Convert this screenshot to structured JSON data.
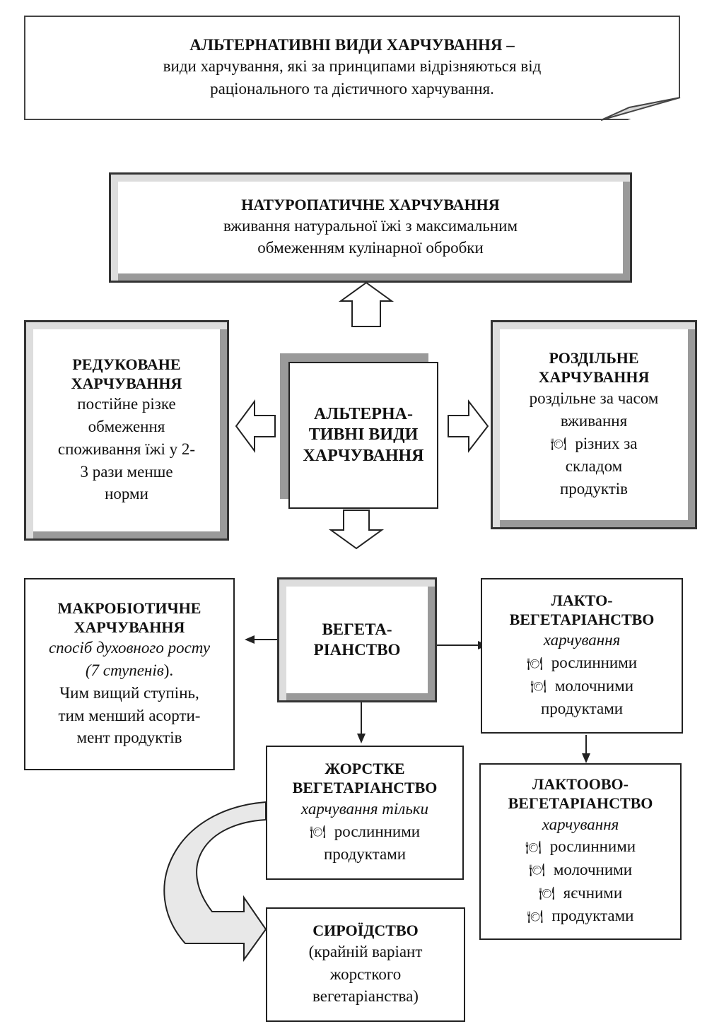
{
  "header": {
    "title": "АЛЬТЕРНАТИВНІ ВИДИ ХАРЧУВАННЯ –",
    "line1": "види харчування, які за принципами відрізняються від",
    "line2": "раціонального та дієтичного харчування."
  },
  "naturopathic": {
    "title": "НАТУРОПАТИЧНЕ ХАРЧУВАННЯ",
    "lines": [
      "вживання натуральної їжі з максимальним",
      "обмеженням кулінарної обробки"
    ]
  },
  "reduced": {
    "title": [
      "РЕДУКОВАНЕ",
      "ХАРЧУВАННЯ"
    ],
    "lines": [
      "постійне різке",
      "обмеження",
      "споживання їжі у 2-",
      "3 рази менше",
      "норми"
    ]
  },
  "center": {
    "title": [
      "АЛЬТЕРНА-",
      "ТИВНІ ВИДИ",
      "ХАРЧУВАННЯ"
    ]
  },
  "separate": {
    "title": [
      "РОЗДІЛЬНЕ",
      "ХАРЧУВАННЯ"
    ],
    "lines": [
      "роздільне за часом",
      "вживання"
    ],
    "bullet_lines": [
      "різних за",
      "складом",
      "продуктів"
    ]
  },
  "macro": {
    "title": [
      "МАКРОБІОТИЧНЕ",
      "ХАРЧУВАННЯ"
    ],
    "italic_line": "спосіб духовного росту",
    "italic_line2": "(7 ступенів",
    "italic_line2_tail": ").",
    "lines": [
      "Чим вищий ступінь,",
      "тим менший асорти-",
      "мент продуктів"
    ]
  },
  "veg": {
    "title": [
      "ВЕГЕТА-",
      "РІАНСТВО"
    ]
  },
  "lacto": {
    "title": [
      "ЛАКТО-",
      "ВЕГЕТАРІАНСТВО"
    ],
    "subtitle": "харчування",
    "items": [
      "рослинними",
      "молочними"
    ],
    "tail": "продуктами"
  },
  "strict": {
    "title": [
      "ЖОРСТКЕ",
      "ВЕГЕТАРІАНСТВО"
    ],
    "subtitle": "харчування тільки",
    "item": "рослинними",
    "tail": "продуктами"
  },
  "lactoovo": {
    "title": [
      "ЛАКТООВО-",
      "ВЕГЕТАРІАНСТВО"
    ],
    "subtitle": "харчування",
    "items": [
      "рослинними",
      "молочними",
      "яєчними",
      "продуктами"
    ]
  },
  "raw": {
    "title": "СИРОЇДСТВО",
    "lines": [
      "(крайній варіант",
      "жорсткого",
      "вегетаріанства)"
    ]
  },
  "icons": {
    "bullet": "plate-icon"
  }
}
